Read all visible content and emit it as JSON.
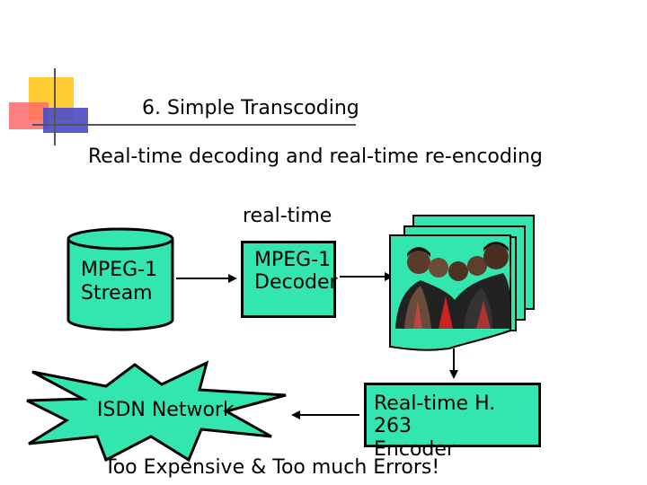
{
  "slide": {
    "title": "6. Simple Transcoding",
    "subtitle": "Real-time decoding and real-time re-encoding",
    "footer": "Too Expensive & Too much Errors!"
  },
  "diagram": {
    "realtime_label": "real-time",
    "stream": {
      "line1": "MPEG-1",
      "line2": "Stream"
    },
    "decoder": {
      "line1": "MPEG-1",
      "line2": "Decoder"
    },
    "encoder": {
      "line1": "Real-time H. 263",
      "line2": "Encoder"
    },
    "network": {
      "label": "ISDN Network"
    }
  },
  "colors": {
    "node_fill": "#33e6b0",
    "border": "#000000",
    "accent_yellow": "#ffcc33",
    "accent_red": "#ff6a6a",
    "accent_blue": "#4a4ac8"
  }
}
